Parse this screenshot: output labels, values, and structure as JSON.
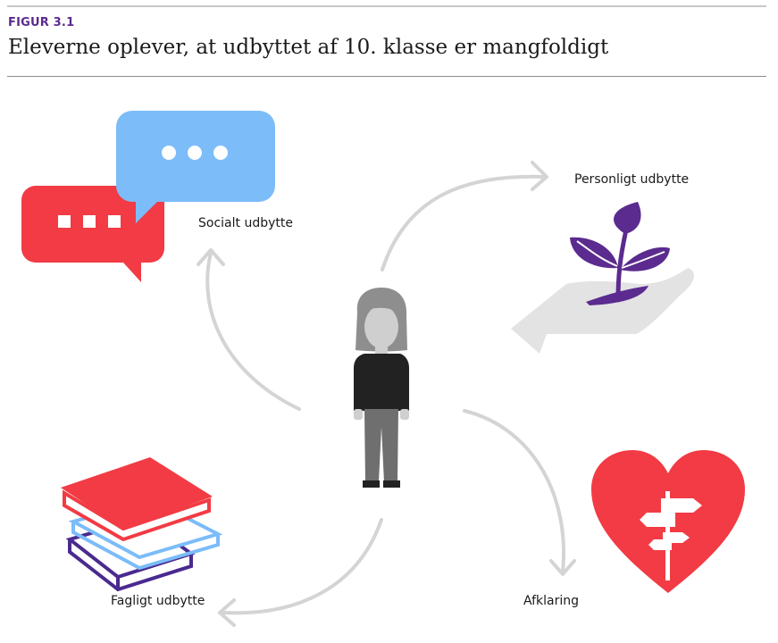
{
  "figure": {
    "label": "FIGUR 3.1",
    "title": "Eleverne oplever, at udbyttet af 10. klasse er mangfoldigt"
  },
  "outcomes": {
    "social": "Socialt udbytte",
    "personal": "Personligt udbytte",
    "academic": "Fagligt udbytte",
    "clarification": "Afklaring"
  },
  "colors": {
    "accent_purple": "#5b2b8f",
    "red": "#f23b44",
    "blue": "#7bbcf9",
    "grey": "#e6e6e6",
    "arrow": "#d4d4d4"
  },
  "icons": [
    "speech-bubbles-icon",
    "plant-in-hand-icon",
    "book-stack-icon",
    "heart-signpost-icon",
    "student-figure-icon"
  ]
}
